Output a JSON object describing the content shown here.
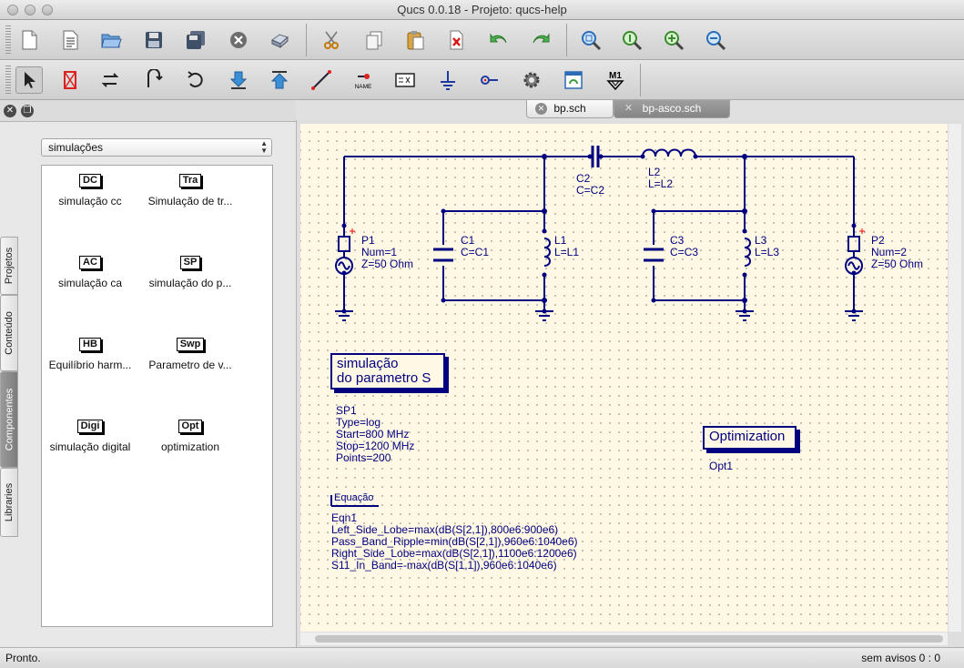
{
  "window": {
    "title": "Qucs 0.0.18 - Projeto: qucs-help"
  },
  "toolbar1": {
    "buttons": [
      "new-file-icon",
      "new-text-icon",
      "open-folder-icon",
      "save-icon",
      "save-all-icon",
      "close-icon",
      "print-icon",
      "cut-icon",
      "copy-icon",
      "paste-icon",
      "delete-icon",
      "undo-icon",
      "redo-icon",
      "zoom-fit-icon",
      "zoom-one-icon",
      "zoom-in-icon",
      "zoom-out-icon"
    ]
  },
  "toolbar2": {
    "buttons": [
      "select-icon",
      "deactivate-icon",
      "mirror-x-icon",
      "mirror-y-icon",
      "rotate-icon",
      "enter-subcircuit-icon",
      "exit-subcircuit-icon",
      "wire-icon",
      "label-icon",
      "equation-icon",
      "ground-icon",
      "port-icon",
      "simulate-icon",
      "dpl-icon",
      "marker-icon"
    ],
    "name_label": "NAME",
    "marker_label": "M1"
  },
  "dock": {
    "vertical_tabs": [
      "Projetos",
      "Conteúdo",
      "Componentes",
      "Libraries"
    ],
    "category": "simulações",
    "components": [
      {
        "symbol": "DC",
        "label": "simulação cc"
      },
      {
        "symbol": "Tra",
        "label": "Simulação de tr..."
      },
      {
        "symbol": "AC",
        "label": "simulação ca"
      },
      {
        "symbol": "SP",
        "label": "simulação do p..."
      },
      {
        "symbol": "HB",
        "label": "Equilíbrio harm..."
      },
      {
        "symbol": "Swp",
        "label": "Parametro de v..."
      },
      {
        "symbol": "Digi",
        "label": "simulação digital"
      },
      {
        "symbol": "Opt",
        "label": "optimization"
      }
    ]
  },
  "tabs": [
    {
      "label": "bp.sch"
    },
    {
      "label": "bp-asco.sch"
    }
  ],
  "schematic": {
    "p1": {
      "name": "P1",
      "num": "Num=1",
      "z": "Z=50 Ohm"
    },
    "p2": {
      "name": "P2",
      "num": "Num=2",
      "z": "Z=50 Ohm"
    },
    "c1": {
      "name": "C1",
      "value": "C=C1"
    },
    "l1": {
      "name": "L1",
      "value": "L=L1"
    },
    "c2": {
      "name": "C2",
      "value": "C=C2"
    },
    "l2": {
      "name": "L2",
      "value": "L=L2"
    },
    "c3": {
      "name": "C3",
      "value": "C=C3"
    },
    "l3": {
      "name": "L3",
      "value": "L=L3"
    },
    "sparam": {
      "box_line1": "simulação",
      "box_line2": "do parametro S",
      "name": "SP1",
      "type": "Type=log",
      "start": "Start=800 MHz",
      "stop": "Stop=1200 MHz",
      "points": "Points=200"
    },
    "optimization": {
      "box": "Optimization",
      "name": "Opt1"
    },
    "equation": {
      "header": "Equação",
      "name": "Eqn1",
      "lines": [
        "Left_Side_Lobe=max(dB(S[2,1]),800e6:900e6)",
        "Pass_Band_Ripple=min(dB(S[2,1]),960e6:1040e6)",
        "Right_Side_Lobe=max(dB(S[2,1]),1100e6:1200e6)",
        "S11_In_Band=-max(dB(S[1,1]),960e6:1040e6)"
      ]
    }
  },
  "status": {
    "left": "Pronto.",
    "right": "sem avisos 0 : 0"
  },
  "colors": {
    "wire": "#000080",
    "canvas": "#fef8e4",
    "port_plus": "#ff0000"
  }
}
